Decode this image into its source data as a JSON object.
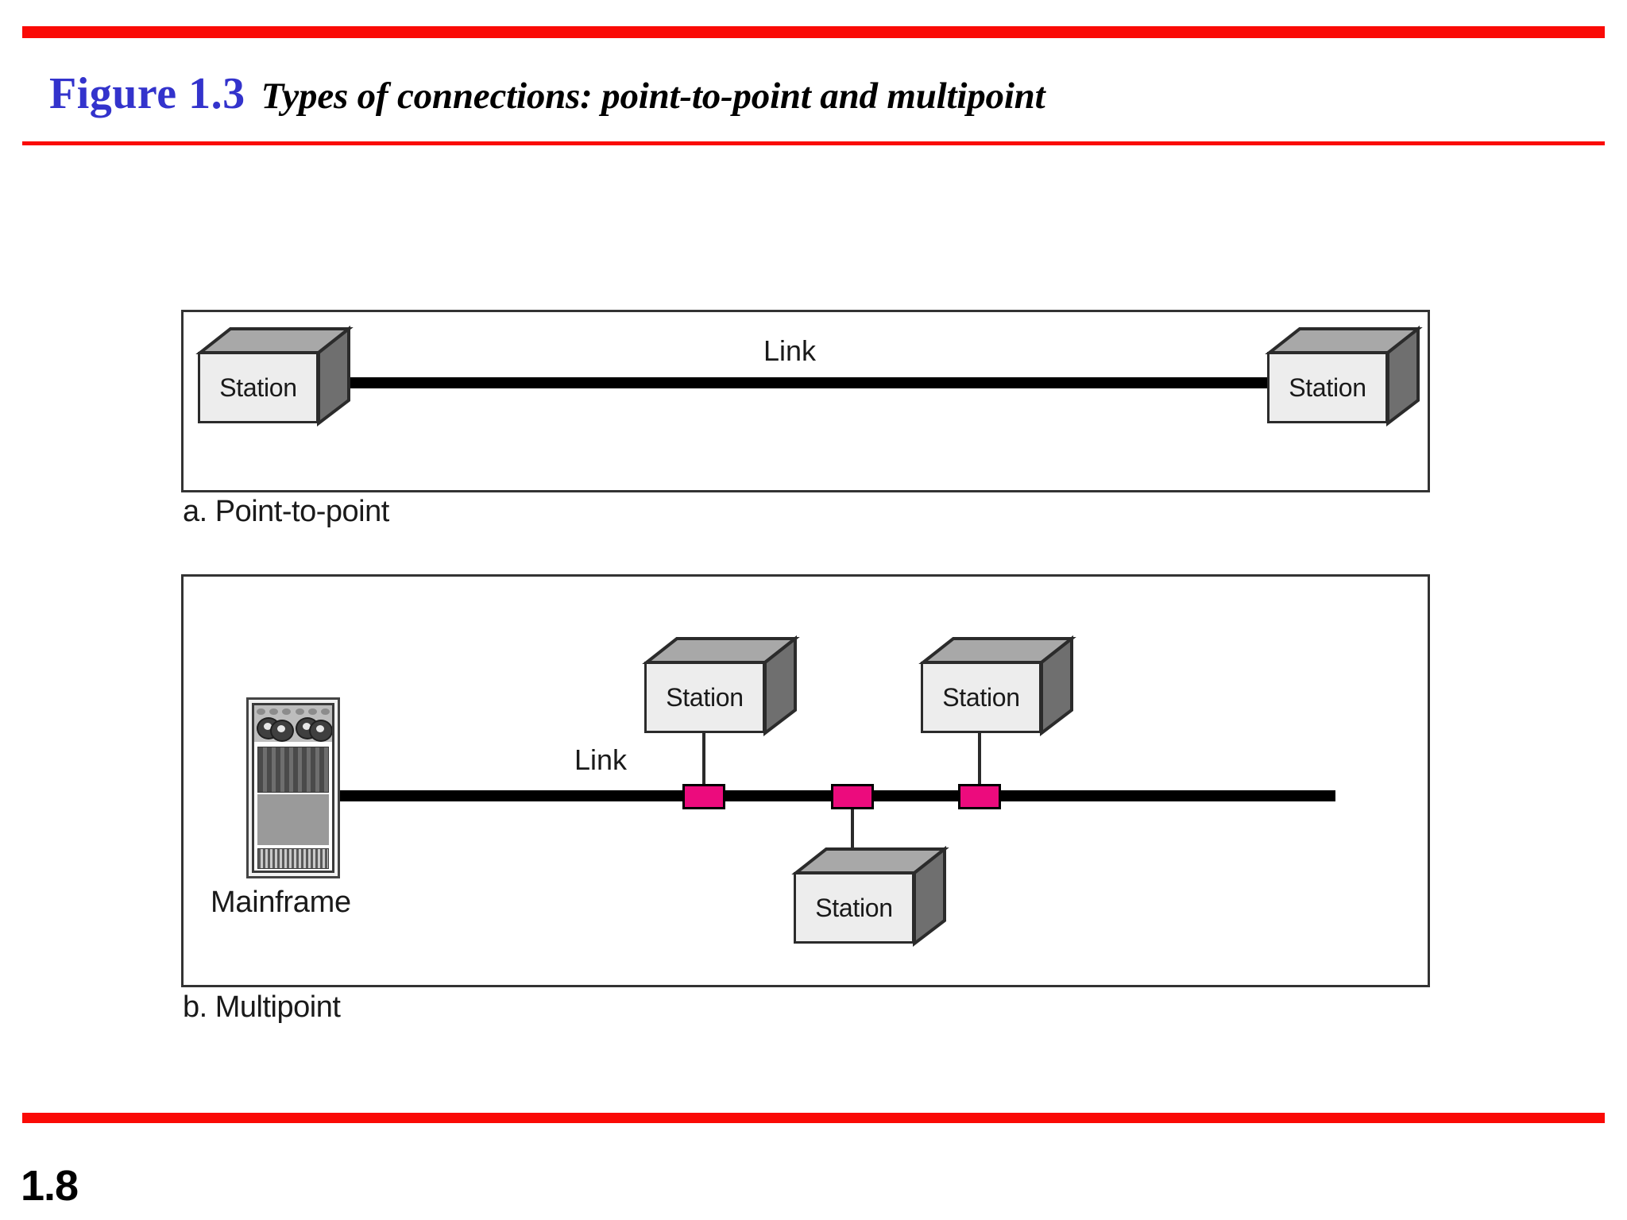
{
  "slide": {
    "page_number": "1.8",
    "accent_rule_color": "#fa0a06",
    "figure_number_color": "#3333cc"
  },
  "header": {
    "figure_number": "Figure 1.3",
    "figure_title": "Types of connections: point-to-point and multipoint"
  },
  "diagram": {
    "tap_color": "#ec0b7d",
    "panel_a": {
      "caption": "a. Point-to-point",
      "link_label": "Link",
      "nodes": [
        {
          "label": "Station",
          "role": "left-station"
        },
        {
          "label": "Station",
          "role": "right-station"
        }
      ]
    },
    "panel_b": {
      "caption": "b. Multipoint",
      "link_label": "Link",
      "mainframe_label": "Mainframe",
      "nodes": [
        {
          "label": "Mainframe",
          "role": "bus-host"
        },
        {
          "label": "Station",
          "role": "top-station-1"
        },
        {
          "label": "Station",
          "role": "bottom-station"
        },
        {
          "label": "Station",
          "role": "top-station-2"
        }
      ],
      "tap_count": 3
    }
  }
}
